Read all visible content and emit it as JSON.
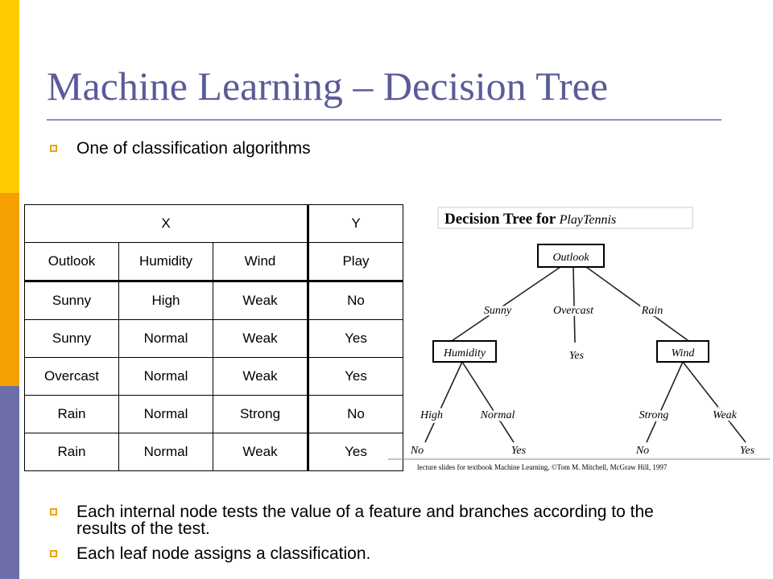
{
  "slide": {
    "title": "Machine Learning – Decision Tree",
    "bullets": [
      "One of classification algorithms",
      "Each internal node tests the value of a feature and branches according to the results of the test.",
      "Each leaf node assigns a classification."
    ],
    "accent_colors": {
      "yellow": "#ffcc00",
      "orange": "#f5a000",
      "purple": "#6e6ea8",
      "title": "#5b5b99"
    }
  },
  "table": {
    "group_headers": [
      "X",
      "Y"
    ],
    "columns": [
      "Outlook",
      "Humidity",
      "Wind",
      "Play"
    ],
    "rows": [
      [
        "Sunny",
        "High",
        "Weak",
        "No"
      ],
      [
        "Sunny",
        "Normal",
        "Weak",
        "Yes"
      ],
      [
        "Overcast",
        "Normal",
        "Weak",
        "Yes"
      ],
      [
        "Rain",
        "Normal",
        "Strong",
        "No"
      ],
      [
        "Rain",
        "Normal",
        "Weak",
        "Yes"
      ]
    ]
  },
  "figure": {
    "title_plain": "Decision Tree for",
    "title_italic": "PlayTennis",
    "root": "Outlook",
    "outlook_branches": [
      "Sunny",
      "Overcast",
      "Rain"
    ],
    "overcast_leaf": "Yes",
    "humidity_node": "Humidity",
    "wind_node": "Wind",
    "humidity_branches": [
      "High",
      "Normal"
    ],
    "wind_branches": [
      "Strong",
      "Weak"
    ],
    "humidity_leaves": [
      "No",
      "Yes"
    ],
    "wind_leaves": [
      "No",
      "Yes"
    ],
    "credit": "lecture slides for textbook Machine Learning, ©Tom M. Mitchell, McGraw Hill, 1997"
  }
}
